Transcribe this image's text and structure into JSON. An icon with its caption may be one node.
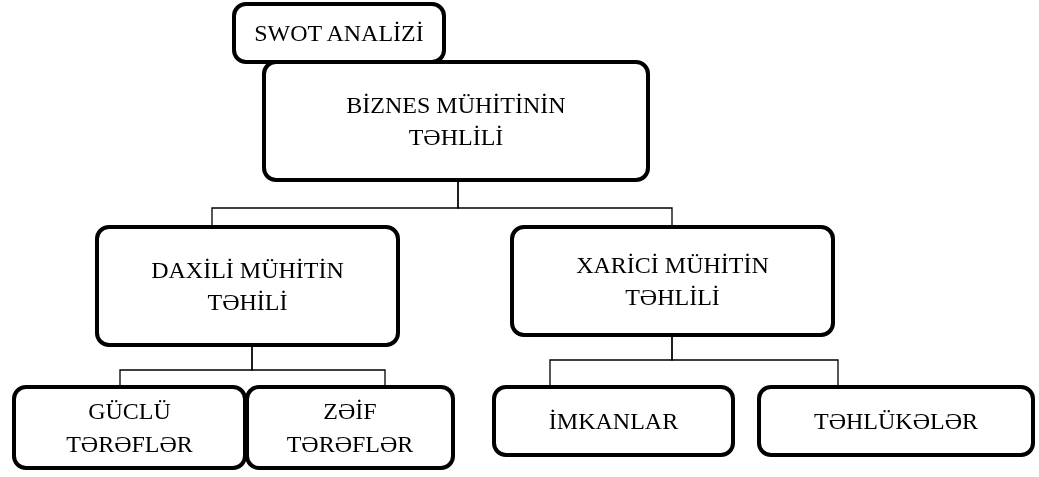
{
  "diagram": {
    "nodes": [
      {
        "text": [
          "SWOT ANALİZİ"
        ]
      },
      {
        "text": [
          "BİZNES MÜHİTİNİN TƏHLİLİ"
        ]
      },
      {
        "text": [
          "DAXİLİ MÜHİTİN TƏHİLİ"
        ]
      },
      {
        "text": [
          "XARİCİ MÜHİTİN TƏHLİLİ"
        ]
      },
      {
        "text": [
          "GÜCLÜ TƏRƏFLƏR"
        ]
      },
      {
        "text": [
          "ZƏİF TƏRƏFLƏR"
        ]
      },
      {
        "text": [
          "İMKANLAR"
        ]
      },
      {
        "text": [
          "TƏHLÜKƏLƏR"
        ]
      }
    ],
    "edges": [
      {
        "from": 1,
        "to": 2,
        "arrow": "none"
      },
      {
        "from": 1,
        "to": 3,
        "arrow": "none"
      },
      {
        "from": 2,
        "to": 4,
        "arrow": "none"
      },
      {
        "from": 2,
        "to": 5,
        "arrow": "none"
      },
      {
        "from": 3,
        "to": 6,
        "arrow": "none"
      },
      {
        "from": 3,
        "to": 7,
        "arrow": "none"
      }
    ]
  }
}
